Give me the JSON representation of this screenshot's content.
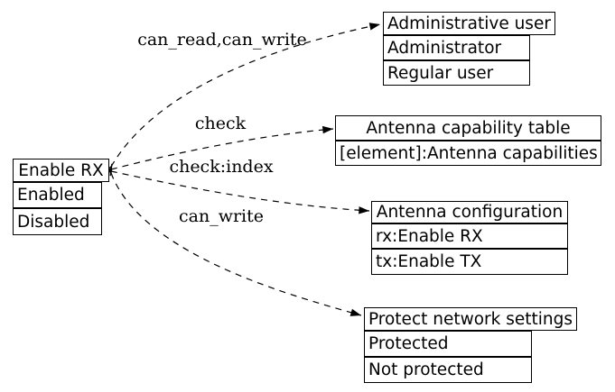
{
  "colors": {
    "background": "#ffffff",
    "line": "#000000",
    "text": "#000000",
    "node_fill": "#ffffff"
  },
  "source_node": {
    "id": "enable-rx",
    "title": "Enable RX",
    "rows": [
      "Enabled",
      "Disabled"
    ]
  },
  "target_nodes": [
    {
      "id": "administrative-user",
      "title": "Administrative user",
      "rows": [
        "Administrator",
        "Regular user"
      ]
    },
    {
      "id": "antenna-capability-table",
      "title": "Antenna capability table",
      "rows": [
        "[element]:Antenna capabilities"
      ]
    },
    {
      "id": "antenna-configuration",
      "title": "Antenna configuration",
      "rows": [
        "rx:Enable RX",
        "tx:Enable TX"
      ]
    },
    {
      "id": "protect-network-settings",
      "title": "Protect network settings",
      "rows": [
        "Protected",
        "Not protected"
      ]
    }
  ],
  "edges": [
    {
      "label": "can_read,can_write",
      "from": "Enable RX",
      "to": "Administrative user",
      "style": "dashed",
      "head": "filled-triangle",
      "tail": "open-vee"
    },
    {
      "label": "check",
      "from": "Enable RX",
      "to": "Antenna capability table",
      "style": "dashed",
      "head": "filled-triangle",
      "tail": "open-vee"
    },
    {
      "label": "check:index",
      "from": "Enable RX",
      "to": "Antenna configuration",
      "style": "dashed",
      "head": "filled-triangle",
      "tail": "open-vee"
    },
    {
      "label": "can_write",
      "from": "Enable RX",
      "to": "Protect network settings",
      "style": "dashed",
      "head": "filled-triangle",
      "tail": "open-vee"
    }
  ]
}
